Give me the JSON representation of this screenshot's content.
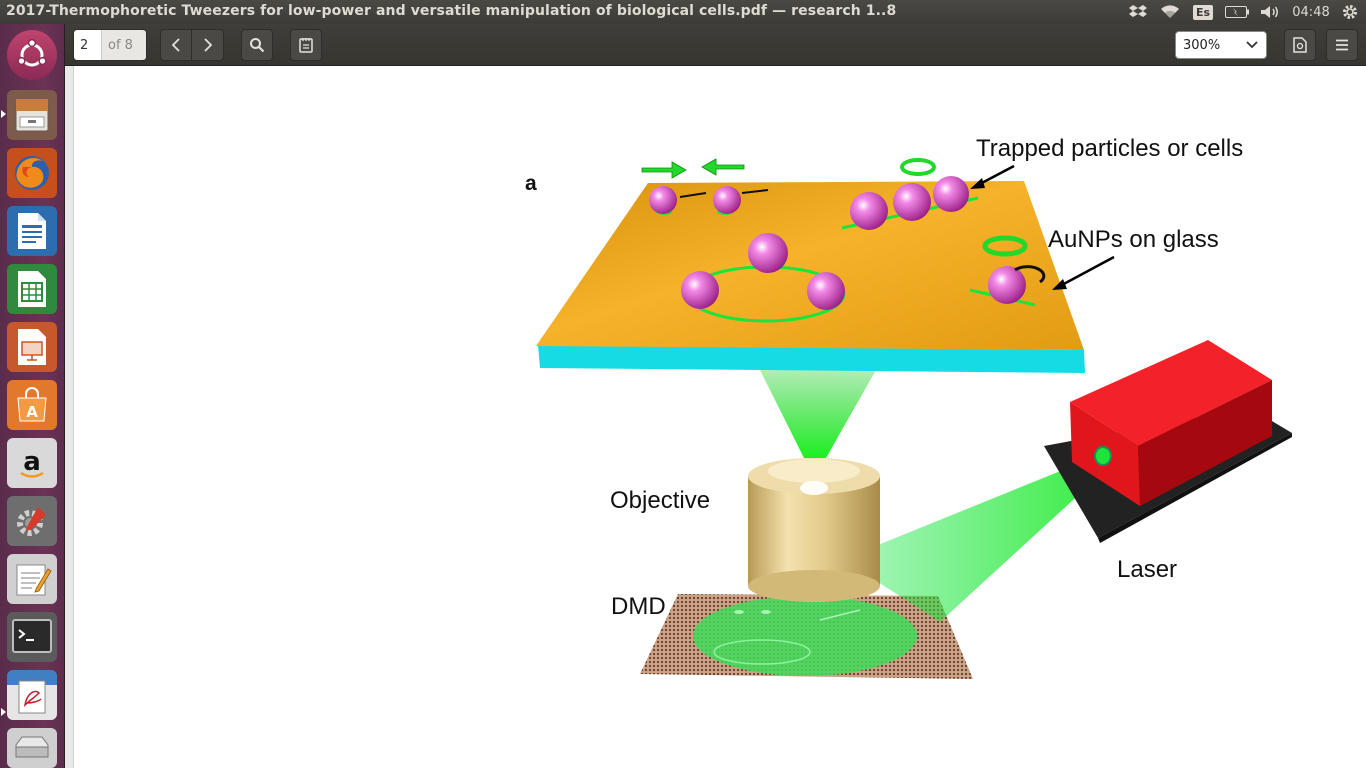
{
  "window": {
    "title": "2017-Thermophoretic Tweezers for low-power and versatile manipulation of biological cells.pdf — research 1..8"
  },
  "tray": {
    "keyboard_layout": "Es",
    "clock": "04:48",
    "icons": [
      "dropbox-icon",
      "wifi-icon",
      "keyboard-layout-icon",
      "battery-icon",
      "volume-icon",
      "settings-gear-icon"
    ]
  },
  "launcher": {
    "items": [
      {
        "name": "ubuntu-dash",
        "icon": "ubuntu-logo-icon"
      },
      {
        "name": "files",
        "icon": "file-cabinet-icon"
      },
      {
        "name": "firefox",
        "icon": "firefox-icon"
      },
      {
        "name": "libreoffice-writer",
        "icon": "writer-icon"
      },
      {
        "name": "libreoffice-calc",
        "icon": "calc-icon"
      },
      {
        "name": "libreoffice-impress",
        "icon": "impress-icon"
      },
      {
        "name": "ubuntu-software",
        "icon": "software-center-icon"
      },
      {
        "name": "amazon",
        "icon": "amazon-icon"
      },
      {
        "name": "system-settings",
        "icon": "settings-icon"
      },
      {
        "name": "text-editor",
        "icon": "text-editor-icon"
      },
      {
        "name": "terminal",
        "icon": "terminal-icon"
      },
      {
        "name": "document-viewer",
        "icon": "pdf-viewer-icon"
      },
      {
        "name": "removable-drive",
        "icon": "drive-icon"
      }
    ]
  },
  "toolbar": {
    "page_current": "2",
    "page_total": "of 8",
    "zoom": "300%",
    "icons": [
      "prev-page-icon",
      "next-page-icon",
      "search-icon",
      "annotations-icon",
      "document-properties-icon",
      "menu-icon"
    ]
  },
  "figure": {
    "panel_label": "a",
    "labels": {
      "trapped": "Trapped particles or cells",
      "aunps": "AuNPs on glass",
      "objective": "Objective",
      "dmd": "DMD",
      "laser": "Laser"
    },
    "colors": {
      "substrate": "#f1a81a",
      "glass_edge": "#19e0e6",
      "beam": "#1ee62a",
      "laser_body": "#e4141a",
      "particle": "#d43fbf"
    }
  }
}
